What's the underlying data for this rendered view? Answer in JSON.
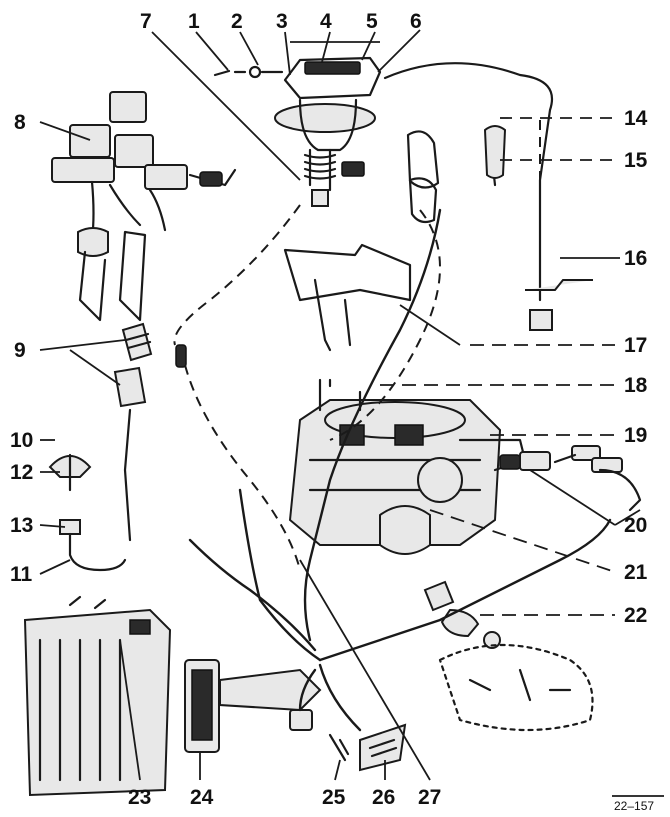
{
  "callouts": [
    {
      "id": "c1",
      "text": "1"
    },
    {
      "id": "c2",
      "text": "2"
    },
    {
      "id": "c3",
      "text": "3"
    },
    {
      "id": "c4",
      "text": "4"
    },
    {
      "id": "c5",
      "text": "5"
    },
    {
      "id": "c6",
      "text": "6"
    },
    {
      "id": "c7",
      "text": "7"
    },
    {
      "id": "c8",
      "text": "8"
    },
    {
      "id": "c9",
      "text": "9"
    },
    {
      "id": "c10",
      "text": "10"
    },
    {
      "id": "c11",
      "text": "11"
    },
    {
      "id": "c12",
      "text": "12"
    },
    {
      "id": "c13",
      "text": "13"
    },
    {
      "id": "c14",
      "text": "14"
    },
    {
      "id": "c15",
      "text": "15"
    },
    {
      "id": "c16",
      "text": "16"
    },
    {
      "id": "c17",
      "text": "17"
    },
    {
      "id": "c18",
      "text": "18"
    },
    {
      "id": "c19",
      "text": "19"
    },
    {
      "id": "c20",
      "text": "20"
    },
    {
      "id": "c21",
      "text": "21"
    },
    {
      "id": "c22",
      "text": "22"
    },
    {
      "id": "c23",
      "text": "23"
    },
    {
      "id": "c24",
      "text": "24"
    },
    {
      "id": "c25",
      "text": "25"
    },
    {
      "id": "c26",
      "text": "26"
    },
    {
      "id": "c27",
      "text": "27"
    }
  ],
  "figure_ref": "22–157"
}
